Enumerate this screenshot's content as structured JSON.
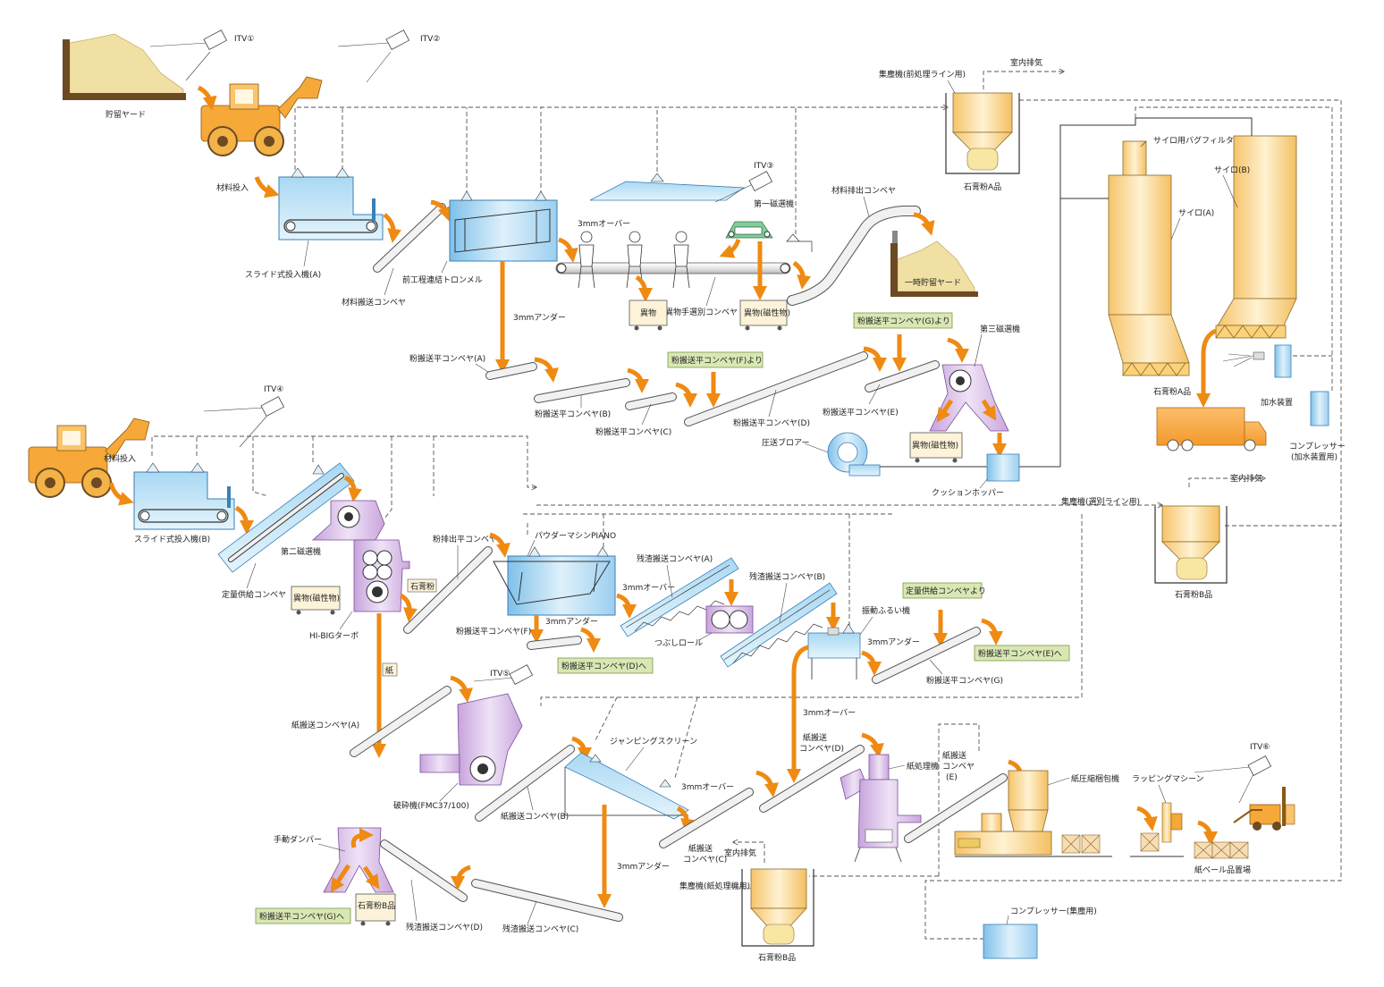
{
  "labels": {
    "itv1": "ITV①",
    "itv2": "ITV②",
    "itv3": "ITV③",
    "itv4": "ITV④",
    "itv5": "ITV⑤",
    "itv6": "ITV⑥",
    "storage_yard": "貯留ヤード",
    "material_input_a": "材料投入",
    "material_input_b": "材料投入",
    "slide_feeder_a": "スライド式投入機(A)",
    "slide_feeder_b": "スライド式投入機(B)",
    "material_conveyor": "材料搬送コンベヤ",
    "trommel": "前工程連結トロンメル",
    "under_3mm_1": "3mmアンダー",
    "over_3mm_1": "3mmオーバー",
    "foreign": "異物",
    "hand_sort_conveyor": "異物手選別コンベヤ",
    "foreign_magnetic_1": "異物(磁性物)",
    "first_magnet": "第一磁選機",
    "discharge_conveyor": "材料排出コンベヤ",
    "temp_yard": "一時貯留ヤード",
    "collector_pre": "集塵機(前処理ライン用)",
    "indoor_exhaust_1": "室内排気",
    "gypsum_a_1": "石膏粉A品",
    "silo_filter": "サイロ用バグフィルタ",
    "silo_b": "サイロ(B)",
    "silo_a": "サイロ(A)",
    "gypsum_a_2": "石膏粉A品",
    "water_device": "加水装置",
    "compressor_water": "コンプレッサー\n(加水装置用)",
    "powder_a": "粉搬送平コンベヤ(A)",
    "powder_b": "粉搬送平コンベヤ(B)",
    "powder_c": "粉搬送平コンベヤ(C)",
    "powder_d": "粉搬送平コンベヤ(D)",
    "powder_e": "粉搬送平コンベヤ(E)",
    "from_f": "粉搬送平コンベヤ(F)より",
    "from_g": "粉搬送平コンベヤ(G)より",
    "third_magnet": "第三磁選機",
    "foreign_magnetic_2": "異物(磁性物)",
    "blower": "圧送ブロアー",
    "cushion_hopper": "クッションホッパー",
    "second_magnet": "第二磁選機",
    "fixed_feed_conveyor": "定量供給コンベヤ",
    "foreign_magnetic_3": "異物(磁性物)",
    "hibig": "HI-BIGターボ",
    "gypsum_tag": "石膏粉",
    "paper_tag": "紙",
    "powder_out": "粉排出平コンベヤ",
    "piano": "パウダーマシンPIANO",
    "under_3mm_2": "3mmアンダー",
    "powder_f": "粉搬送平コンベヤ(F)",
    "to_d": "粉搬送平コンベヤ(D)へ",
    "over_3mm_2": "3mmオーバー",
    "residue_a": "残渣搬送コンベヤ(A)",
    "crush_roll": "つぶしロール",
    "residue_b": "残渣搬送コンベヤ(B)",
    "fixed_feed_from": "定量供給コンベヤより",
    "vib_screen": "振動ふるい機",
    "under_3mm_3": "3mmアンダー",
    "powder_g": "粉搬送平コンベヤ(G)",
    "to_e": "粉搬送平コンベヤ(E)へ",
    "collector_sort": "集塵機(選別ライン用)",
    "indoor_exhaust_2": "室内排気",
    "gypsum_b_1": "石膏粉B品",
    "paper_conv_a": "紙搬送コンベヤ(A)",
    "crusher": "破砕機(FMC37/100)",
    "jumping_screen": "ジャンピングスクリーン",
    "paper_conv_b": "紙搬送コンベヤ(B)",
    "over_3mm_3": "3mmオーバー",
    "over_3mm_4": "3mmオーバー",
    "paper_conv_c": "紙搬送\nコンベヤ(C)",
    "paper_conv_d": "紙搬送\nコンベヤ(D)",
    "paper_processor": "紙処理機",
    "paper_conv_e": "紙搬送\nコンベヤ\n(E)",
    "paper_baler": "紙圧縮梱包機",
    "wrapping": "ラッピングマシーン",
    "bale_yard": "紙ベール品置場",
    "manual_damper": "手動ダンパー",
    "to_g": "粉搬送平コンベヤ(G)へ",
    "gypsum_b_2": "石膏粉B品",
    "residue_d": "残渣搬送コンベヤ(D)",
    "residue_c": "残渣搬送コンベヤ(C)",
    "under_3mm_4": "3mmアンダー",
    "indoor_exhaust_3": "室内排気",
    "collector_paper": "集塵機(紙処理機用)",
    "gypsum_b_3": "石膏粉B品",
    "compressor_dust": "コンプレッサー(集塵用)"
  },
  "colors": {
    "orange_arrow": "#ef8a12",
    "equipment_blue": "#bfe2f6",
    "magnet_purple": "#d9c3e6",
    "sand_yellow": "#f2e1a0",
    "silo_orange": "#fbd27a",
    "label_green": "#d9e7b4"
  },
  "icons": [
    "wheel-loader-icon",
    "worker-icon",
    "truck-icon",
    "forklift-icon",
    "camera-icon"
  ]
}
